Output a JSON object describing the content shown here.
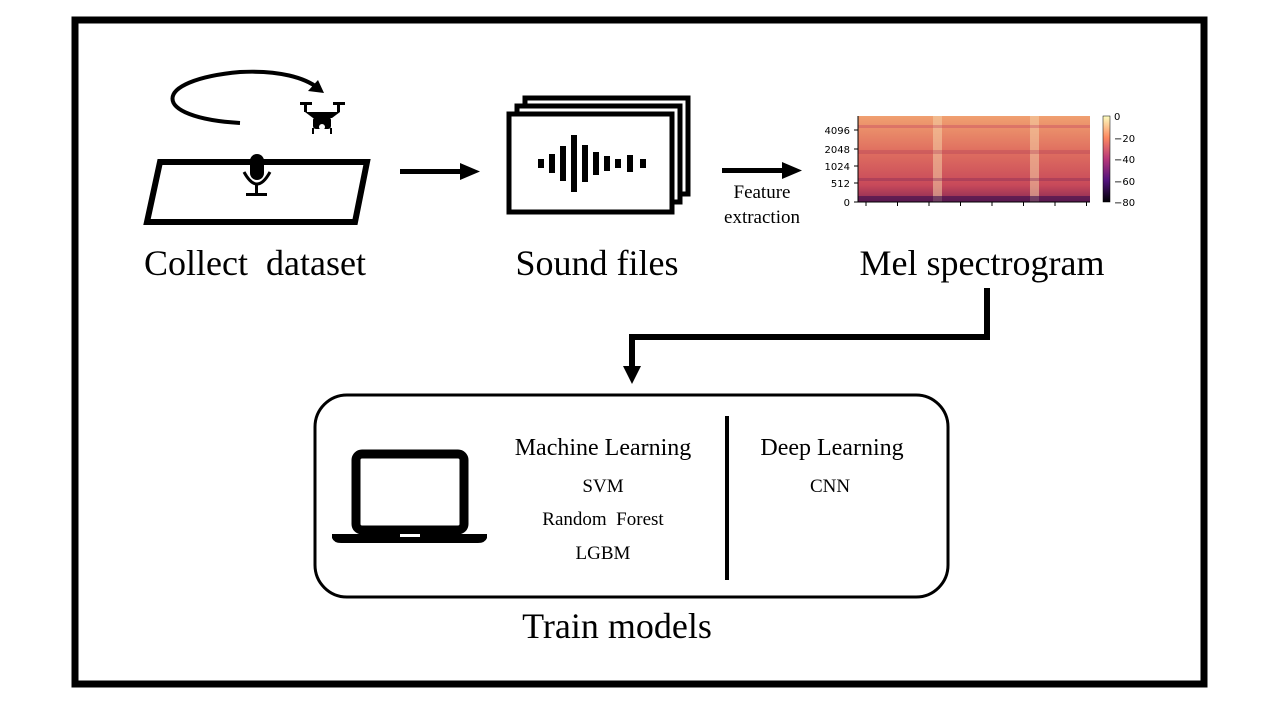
{
  "steps": {
    "collect": "Collect  dataset",
    "sound": "Sound files",
    "mel": "Mel spectrogram",
    "train": "Train models"
  },
  "feature_extraction": [
    "Feature",
    "extraction"
  ],
  "models": {
    "ml_title": "Machine Learning",
    "ml_items": [
      "SVM",
      "Random  Forest",
      "LGBM"
    ],
    "dl_title": "Deep Learning",
    "dl_items": [
      "CNN"
    ]
  },
  "spectrogram": {
    "y_ticks": [
      "4096",
      "2048",
      "1024",
      "512",
      "0"
    ],
    "colorbar_ticks": [
      "0",
      "−20",
      "−40",
      "−60",
      "−80"
    ]
  },
  "icons": [
    "drone-icon",
    "circular-arrow-icon",
    "microphone-icon",
    "waveform-icon",
    "laptop-icon",
    "arrow-icon"
  ],
  "colors": {
    "frame": "#000000",
    "background": "#ffffff"
  }
}
